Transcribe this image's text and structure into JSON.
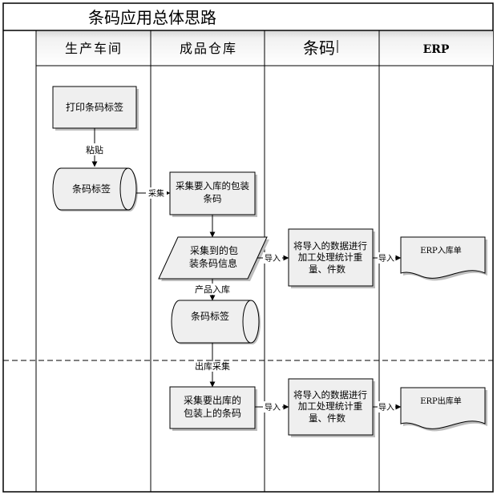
{
  "title": "条码应用总体思路",
  "lanes": [
    {
      "name": "生产车间"
    },
    {
      "name": "成品仓库"
    },
    {
      "name": "条码"
    },
    {
      "name": "ERP"
    }
  ],
  "nodes": {
    "print_label": {
      "lines": [
        "打印条码标签"
      ]
    },
    "label_drum": {
      "lines": [
        "条码标签"
      ]
    },
    "collect_inbound": {
      "lines": [
        "采集要入库的包装",
        "条码"
      ]
    },
    "collected_info": {
      "lines": [
        "采集到的包",
        "装条码信息"
      ]
    },
    "label_drum_2": {
      "lines": [
        "条码标签"
      ]
    },
    "collect_outbound": {
      "lines": [
        "采集要出库的",
        "包装上的条码"
      ]
    },
    "process_inbound": {
      "lines": [
        "将导入的数据进行",
        "加工处理统计重",
        "量、件数"
      ]
    },
    "process_outbound": {
      "lines": [
        "将导入的数据进行",
        "加工处理统计重",
        "量、件数"
      ]
    },
    "erp_inbound": {
      "lines": [
        "ERP入库单"
      ]
    },
    "erp_outbound": {
      "lines": [
        "ERP出库单"
      ]
    }
  },
  "edges": {
    "paste": "粘贴",
    "collect": "采集",
    "import_1": "导入",
    "product_inbound": "产品入库",
    "outbound_collect": "出库采集",
    "import_2": "导入",
    "import_3": "导入",
    "import_4": "导入"
  },
  "colors": {
    "shape_fill": "#efefef",
    "shadow": "#bdbdbd",
    "stroke": "#000000"
  }
}
